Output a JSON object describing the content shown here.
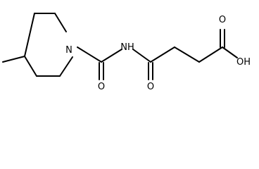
{
  "molecule": {
    "atoms": {
      "n_ring": "N",
      "nh": "NH",
      "o_urea": "O",
      "o_amide": "O",
      "o_acid": "O",
      "oh_acid": "OH"
    }
  },
  "colors": {
    "bond": "#000000",
    "text": "#000000",
    "background": "#ffffff"
  }
}
